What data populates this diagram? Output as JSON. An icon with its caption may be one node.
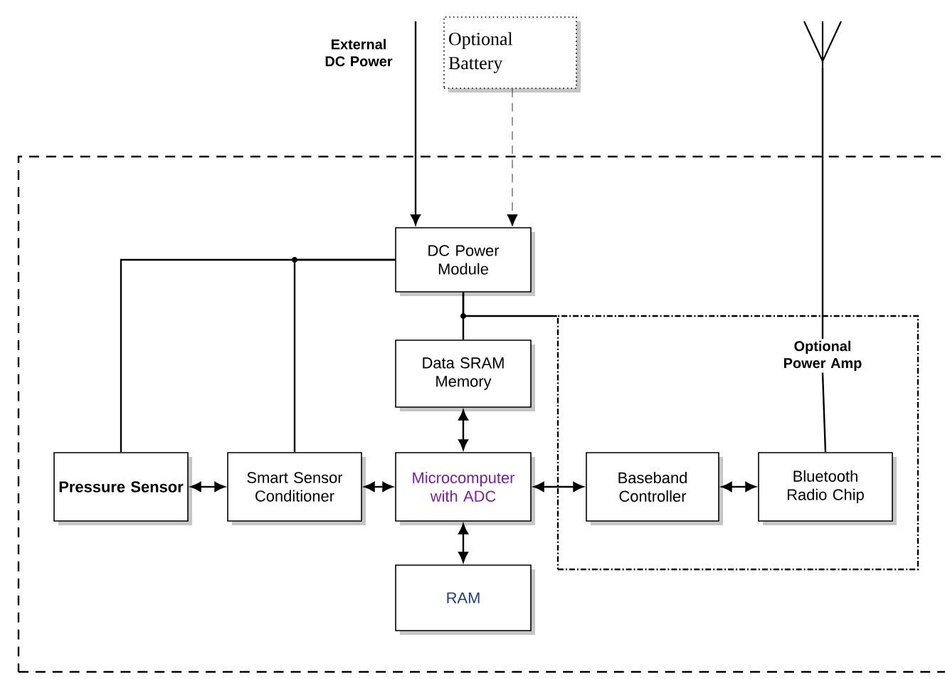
{
  "diagram": {
    "nodes": [
      {
        "text": [],
        "shape": "box"
      },
      {
        "text": [
          "Optional Battery"
        ]
      },
      {
        "text": [
          "DC Power Module"
        ],
        "in": 0
      },
      {
        "text": [
          "Data SRAM Memory"
        ],
        "in": 0
      },
      {
        "text": [],
        "shape": "box",
        "in": 0
      },
      {
        "text": [
          "Optional Power Amp"
        ],
        "in": 4
      },
      {
        "text": [
          "Pressure Sensor"
        ],
        "in": 0
      },
      {
        "text": [
          "Smart Sensor Conditioner"
        ],
        "in": 0
      },
      {
        "text": [
          "Microcomputer with ADC"
        ],
        "in": 0
      },
      {
        "text": [
          "Baseband Controller"
        ],
        "in": 4
      },
      {
        "text": [
          "Bluetooth Radio Chip"
        ],
        "in": 4
      },
      {
        "text": [
          "RAM"
        ],
        "in": 0
      },
      {
        "text": [],
        "shape": "picture"
      }
    ],
    "edges": [
      {
        "from": null,
        "to": 2,
        "arrow": "to",
        "label": "External DC Power"
      },
      {
        "from": 1,
        "to": 2,
        "arrow": "to",
        "style": "dashed"
      },
      {
        "from": 2,
        "to": 6,
        "arrow": "none"
      },
      {
        "from": 2,
        "to": 7,
        "arrow": "none"
      },
      {
        "from": 2,
        "to": 3,
        "arrow": "none"
      },
      {
        "from": 2,
        "to": 4,
        "arrow": "none"
      },
      {
        "from": 6,
        "to": 7,
        "arrow": "both"
      },
      {
        "from": 7,
        "to": 8,
        "arrow": "both"
      },
      {
        "from": 8,
        "to": 9,
        "arrow": "both"
      },
      {
        "from": 9,
        "to": 10,
        "arrow": "both"
      },
      {
        "from": 3,
        "to": 8,
        "arrow": "both"
      },
      {
        "from": 8,
        "to": 11,
        "arrow": "both"
      },
      {
        "from": 12,
        "to": 5,
        "arrow": "none"
      },
      {
        "from": 5,
        "to": 10,
        "arrow": "none"
      }
    ]
  }
}
